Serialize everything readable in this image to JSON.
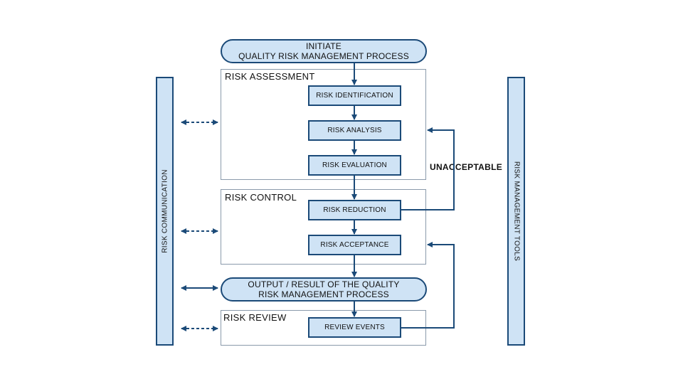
{
  "start": {
    "line1": "INITIATE",
    "line2": "QUALITY RISK MANAGEMENT PROCESS"
  },
  "assessment": {
    "title": "RISK ASSESSMENT",
    "steps": [
      "RISK IDENTIFICATION",
      "RISK ANALYSIS",
      "RISK EVALUATION"
    ]
  },
  "control": {
    "title": "RISK CONTROL",
    "steps": [
      "RISK REDUCTION",
      "RISK ACCEPTANCE"
    ]
  },
  "output": {
    "line1": "OUTPUT / RESULT OF THE QUALITY",
    "line2": "RISK MANAGEMENT PROCESS"
  },
  "review": {
    "title": "RISK REVIEW",
    "steps": [
      "REVIEW EVENTS"
    ]
  },
  "feedback_label": "UNACCEPTABLE",
  "left_bar_label": "RISK COMMUNICATION",
  "right_bar_label": "RISK MANAGEMENT TOOLS",
  "colors": {
    "box_fill": "#cfe3f5",
    "stroke": "#1b4a78",
    "frame": "#8a9aab"
  }
}
